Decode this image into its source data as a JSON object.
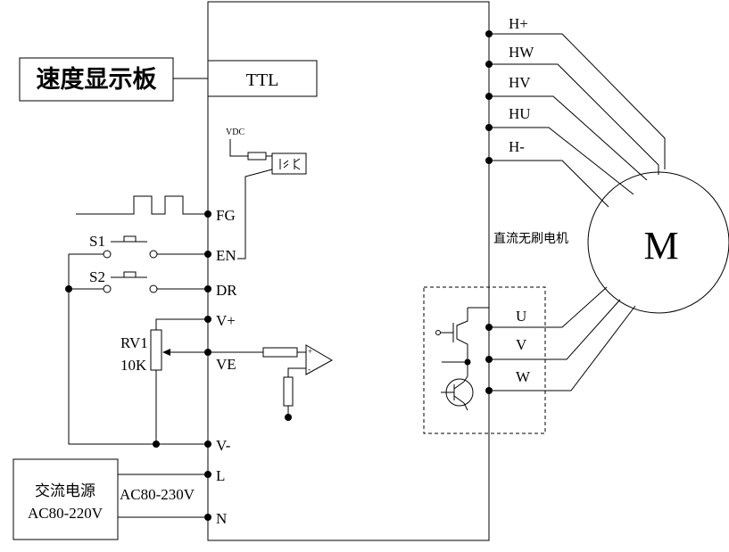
{
  "speed_board": "速度显示板",
  "ttl": "TTL",
  "vdc": "VDC",
  "motor_label": "直流无刷电机",
  "motor_symbol": "M",
  "hall_pins": [
    "H+",
    "HW",
    "HV",
    "HU",
    "H-"
  ],
  "phase_pins": [
    "U",
    "V",
    "W"
  ],
  "left_pins": {
    "fg": "FG",
    "en": "EN",
    "dr": "DR",
    "vplus": "V+",
    "ve": "VE",
    "vminus": "V-",
    "l": "L",
    "n": "N"
  },
  "switches": [
    "S1",
    "S2"
  ],
  "pot_label_1": "RV1",
  "pot_label_2": "10K",
  "power_source_1": "交流电源",
  "power_source_2": "AC80-220V",
  "driver_ac": "AC80-230V"
}
